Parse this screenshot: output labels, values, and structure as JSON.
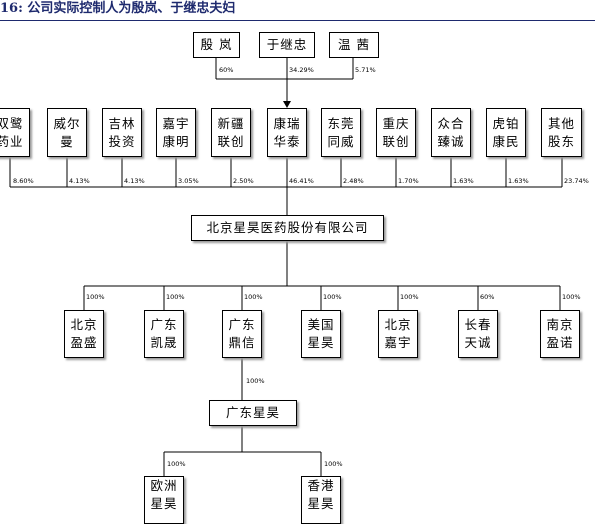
{
  "title": "16: 公司实际控制人为殷岚、于继忠夫妇",
  "owners": [
    {
      "label": "殷 岚",
      "pct": "60%"
    },
    {
      "label": "于继忠",
      "pct": "34.29%"
    },
    {
      "label": "温 茜",
      "pct": "5.71%"
    }
  ],
  "shareholders": [
    {
      "label": "双鹭\n药业",
      "pct": "8.60%"
    },
    {
      "label": "威尔\n曼",
      "pct": "4.13%"
    },
    {
      "label": "吉林\n投资",
      "pct": "4.13%"
    },
    {
      "label": "嘉宇\n康明",
      "pct": "3.05%"
    },
    {
      "label": "新疆\n联创",
      "pct": "2.50%"
    },
    {
      "label": "康瑞\n华泰",
      "pct": "46.41%"
    },
    {
      "label": "东莞\n同威",
      "pct": "2.48%"
    },
    {
      "label": "重庆\n联创",
      "pct": "1.70%"
    },
    {
      "label": "众合\n臻诚",
      "pct": "1.63%"
    },
    {
      "label": "虎铂\n康民",
      "pct": "1.63%"
    },
    {
      "label": "其他\n股东",
      "pct": "23.74%"
    }
  ],
  "company": "北京星昊医药股份有限公司",
  "subsidiaries": [
    {
      "label": "北京\n盈盛",
      "pct": "100%"
    },
    {
      "label": "广东\n凯晟",
      "pct": "100%"
    },
    {
      "label": "广东\n鼎信",
      "pct": "100%"
    },
    {
      "label": "美国\n星昊",
      "pct": "100%"
    },
    {
      "label": "北京\n嘉宇",
      "pct": "100%"
    },
    {
      "label": "长春\n天诚",
      "pct": "60%"
    },
    {
      "label": "南京\n盈诺",
      "pct": "100%"
    }
  ],
  "gd_link_pct": "100%",
  "gd_xinghao": "广东星昊",
  "overseas": [
    {
      "label": "欧洲\n星昊",
      "pct": "100%"
    },
    {
      "label": "香港\n星昊",
      "pct": "100%"
    }
  ]
}
